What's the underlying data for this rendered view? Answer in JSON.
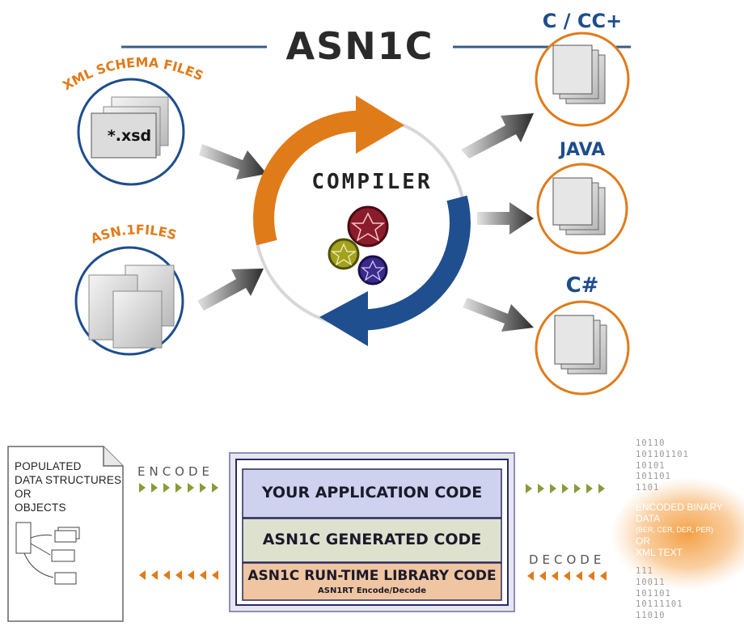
{
  "title": "ASN1C",
  "compiler": {
    "label": "COMPILER",
    "colors": {
      "orange": "#e07b1a",
      "blue": "#1f4f8f",
      "gear1": "#8b1c2c",
      "gear2": "#a3a21c",
      "gear3": "#3b2a8c"
    }
  },
  "inputs": [
    {
      "label": "XML SCHEMA FILES",
      "file_text": "*.xsd"
    },
    {
      "label": "ASN.1FILES"
    }
  ],
  "outputs": [
    {
      "label": "C / CC+"
    },
    {
      "label": "JAVA"
    },
    {
      "label": "C#"
    }
  ],
  "runtime": {
    "populated_label_lines": [
      "POPULATED",
      "DATA STRUCTURES",
      "OR",
      "OBJECTS"
    ],
    "encode_label": "ENCODE",
    "decode_label": "DECODE",
    "bands": [
      {
        "label": "YOUR APPLICATION CODE",
        "color": "#cfd2ee"
      },
      {
        "label": "ASN1C GENERATED CODE",
        "color": "#dfe1cf"
      },
      {
        "label": "ASN1C RUN-TIME LIBRARY CODE",
        "sublabel": "ASN1RT Encode/Decode",
        "color": "#f0c6a2"
      }
    ],
    "binary_top": [
      "10110",
      "101101101",
      "10101",
      "101101",
      "1101"
    ],
    "binary_bottom": [
      "111",
      "10011",
      "101101",
      "10111101",
      "11010"
    ],
    "encoded_label": "ENCODED BINARY DATA",
    "encoded_formats": "(BER, CER, DER, PER)",
    "or_label": "OR",
    "xml_text_label": "XML TEXT"
  }
}
